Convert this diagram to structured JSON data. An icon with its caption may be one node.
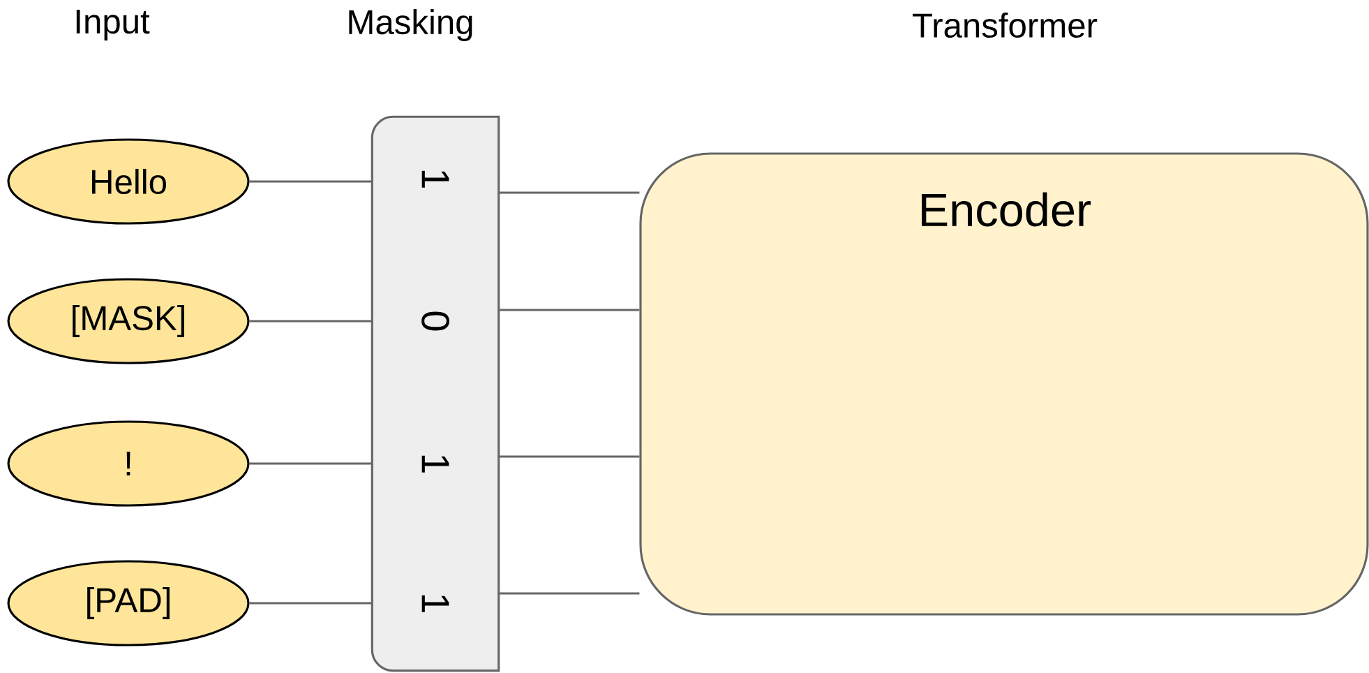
{
  "diagram": {
    "nodes": [
      {
        "text": [
          "Hello"
        ]
      },
      {
        "text": [
          "[MASK]"
        ]
      },
      {
        "text": [
          "!"
        ]
      },
      {
        "text": [
          "[PAD]"
        ]
      },
      {
        "text": [
          "1",
          "0",
          "1",
          "1"
        ]
      },
      {
        "text": [
          "Encoder"
        ]
      }
    ],
    "edges": [
      {
        "from": 0,
        "to": 4,
        "arrow": "none"
      },
      {
        "from": 1,
        "to": 4,
        "arrow": "none"
      },
      {
        "from": 2,
        "to": 4,
        "arrow": "none"
      },
      {
        "from": 3,
        "to": 4,
        "arrow": "none"
      },
      {
        "from": 4,
        "to": 5,
        "arrow": "none"
      },
      {
        "from": 4,
        "to": 5,
        "arrow": "none"
      },
      {
        "from": 4,
        "to": 5,
        "arrow": "none"
      },
      {
        "from": 4,
        "to": 5,
        "arrow": "none"
      }
    ],
    "labels": [
      "Input",
      "Masking",
      "Transformer"
    ]
  }
}
